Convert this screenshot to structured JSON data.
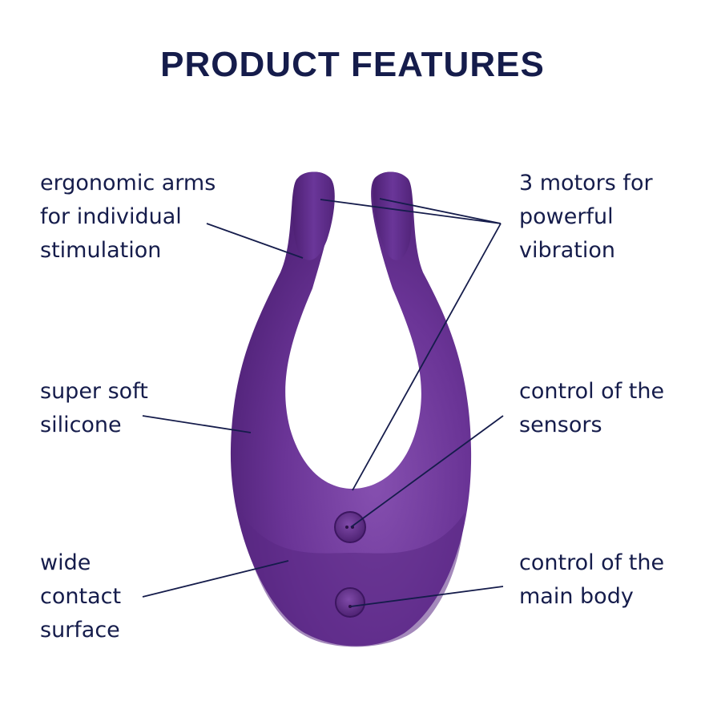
{
  "title": "PRODUCT FEATURES",
  "colors": {
    "text": "#151c4b",
    "product": "#5e2c87",
    "product_light": "#8a55b6",
    "leader_line": "#151c4b"
  },
  "features_left": [
    {
      "lines": [
        "ergonomic arms",
        "for individual",
        "stimulation"
      ]
    },
    {
      "lines": [
        "super soft",
        "silicone"
      ]
    },
    {
      "lines": [
        "wide",
        "contact",
        "surface"
      ]
    }
  ],
  "features_right": [
    {
      "lines": [
        "3 motors for",
        "powerful",
        "vibration"
      ]
    },
    {
      "lines": [
        "control of the",
        "sensors"
      ]
    },
    {
      "lines": [
        "control of the",
        "main body"
      ]
    }
  ],
  "product": {
    "buttons": [
      {
        "name": "sensor-control-button",
        "icon": "double-dot"
      },
      {
        "name": "main-body-control-button",
        "icon": "single-dot"
      }
    ]
  }
}
